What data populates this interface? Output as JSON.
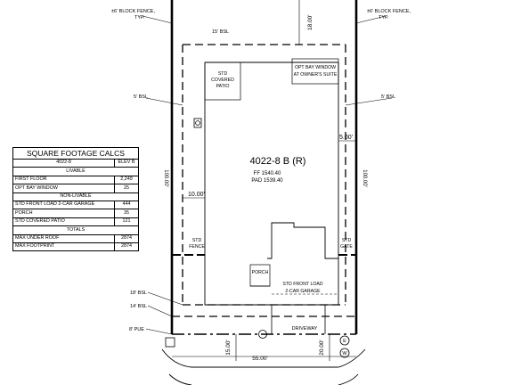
{
  "annotations": {
    "block_fence_left": "±6' BLOCK FENCE,",
    "block_fence_left_2": "TYP.",
    "block_fence_right": "±6' BLOCK FENCE,",
    "block_fence_right_2": "TYP.",
    "bsl_15": "15' BSL",
    "dim_18_top": "18.00'",
    "bsl_5_left": "5' BSL",
    "bsl_5_right": "5' BSL",
    "std_covered_patio": [
      "STD",
      "COVERED",
      "PATIO"
    ],
    "opt_bay_window": [
      "OPT BAY WINDOW",
      "AT OWNER'S SUITE"
    ],
    "dim_5_right": "5.00'",
    "plan_name": "4022-8 B (R)",
    "ff": "FF 1540.40",
    "pad": "PAD 1539.40",
    "dim_10": "10.00'",
    "dim_vertical_left": "100.00'",
    "dim_vertical_right": "100.00'",
    "std_fence": [
      "STD",
      "FENCE"
    ],
    "std_gate": [
      "STD",
      "GATE"
    ],
    "porch": "PORCH",
    "garage": [
      "STD FRONT LOAD",
      "2-CAR GARAGE"
    ],
    "bsl_18": "18' BSL",
    "bsl_14": "14' BSL",
    "pue_8": "8' PUE",
    "dim_15_bottom": "15.00'",
    "dim_55": "55.00'",
    "driveway": "DRIVEWAY",
    "dim_20": "20.00'",
    "marker_e": "E",
    "marker_w": "W"
  },
  "sqft_table": {
    "title": "SQUARE FOOTAGE CALCS",
    "plan": "4022-8",
    "elev": "ELEV B",
    "livable_header": "LIVABLE",
    "livable": [
      {
        "label": "FIRST FLOOR",
        "value": "2,249"
      },
      {
        "label": "OPT BAY WINDOW",
        "value": "25"
      }
    ],
    "non_livable_header": "NON-LIVABLE",
    "non_livable": [
      {
        "label": "STD FRONT LOAD 2-CAR GARAGE",
        "value": "444"
      },
      {
        "label": "PORCH",
        "value": "35"
      },
      {
        "label": "STD COVERED PATIO",
        "value": "121"
      }
    ],
    "totals_header": "TOTALS",
    "totals": [
      {
        "label": "MAX UNDER ROOF",
        "value": "2874"
      },
      {
        "label": "MAX FOOTPRINT",
        "value": "2874"
      }
    ]
  }
}
